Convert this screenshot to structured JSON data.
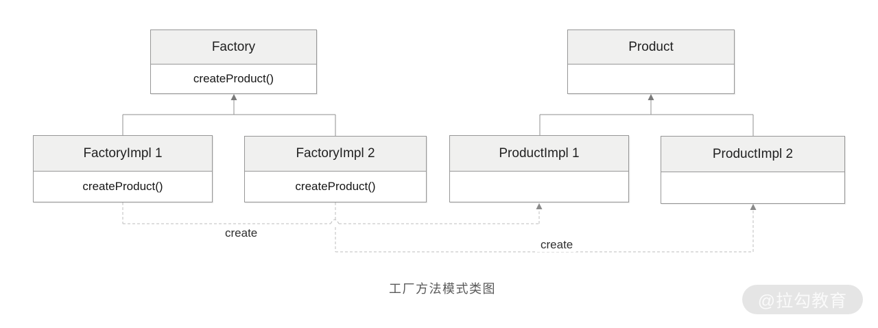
{
  "diagram": {
    "caption": "工厂方法模式类图",
    "classes": [
      {
        "name": "Factory",
        "methods": [
          "createProduct()"
        ]
      },
      {
        "name": "Product",
        "methods": []
      },
      {
        "name": "FactoryImpl 1",
        "methods": [
          "createProduct()"
        ]
      },
      {
        "name": "FactoryImpl 2",
        "methods": [
          "createProduct()"
        ]
      },
      {
        "name": "ProductImpl 1",
        "methods": []
      },
      {
        "name": "ProductImpl 2",
        "methods": []
      }
    ],
    "relationships": {
      "inheritance": [
        {
          "from": "FactoryImpl 1",
          "to": "Factory"
        },
        {
          "from": "FactoryImpl 2",
          "to": "Factory"
        },
        {
          "from": "ProductImpl 1",
          "to": "Product"
        },
        {
          "from": "ProductImpl 2",
          "to": "Product"
        }
      ],
      "dependencies": [
        {
          "from": "FactoryImpl 1",
          "to": "ProductImpl 1",
          "label": "create"
        },
        {
          "from": "FactoryImpl 2",
          "to": "ProductImpl 2",
          "label": "create"
        }
      ]
    },
    "colors": {
      "box_border": "#969696",
      "header_fill": "#f0f0ef",
      "solid_line": "#8f8f8f",
      "arrow_fill": "#7a7a7a",
      "dashed_line": "#bcbcbc",
      "text": "#1f1f1f",
      "caption_text": "#595959",
      "watermark_bg": "#e5e5e5",
      "watermark_text": "#fafafa"
    }
  },
  "watermark": {
    "text": "@拉勾教育"
  }
}
